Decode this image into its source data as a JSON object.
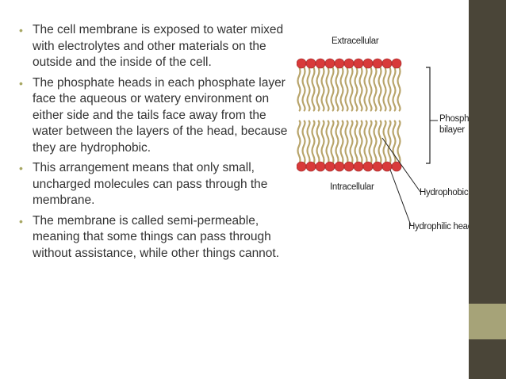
{
  "slide": {
    "bullets": [
      "The cell membrane is exposed to water mixed with electrolytes and other materials on the outside and the inside of the cell.",
      "The phosphate heads in each phosphate layer face the aqueous or watery environment on either side and the tails face away from the water between the layers of the head, because they are hydrophobic.",
      "This arrangement means that only small, uncharged molecules can pass through the membrane.",
      "The membrane is called semi-permeable, meaning that some things can pass through without assistance, while other things cannot."
    ],
    "bullet_glyph": "•"
  },
  "figure": {
    "label_extracellular": "Extracellular",
    "label_intracellular": "Intracellular",
    "label_bilayer_line1": "Phospholipid",
    "label_bilayer_line2": "bilayer",
    "label_tail": "Hydrophobic tail",
    "label_head": "Hydrophilic head"
  },
  "colors": {
    "accent_bar_dark": "#4a4538",
    "accent_bar_light": "#a6a378",
    "bullet": "#a7a763",
    "head_fill": "#d83a3a",
    "tail_stroke": "#b8a46a"
  }
}
